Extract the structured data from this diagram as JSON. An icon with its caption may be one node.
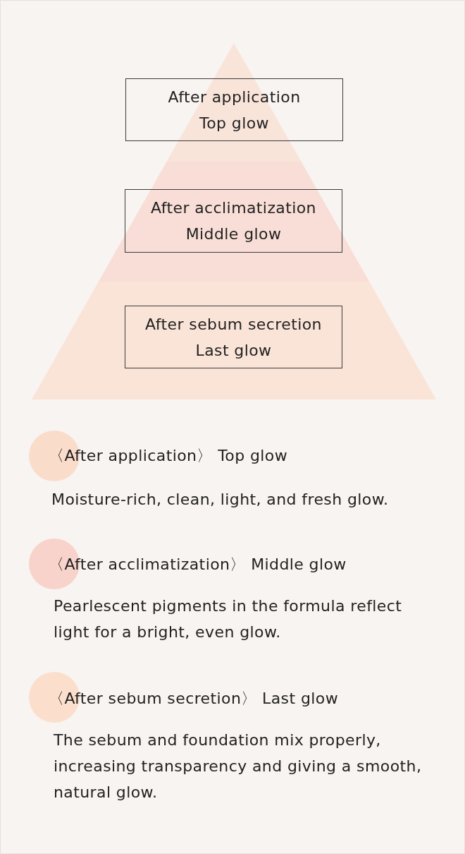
{
  "diagram": {
    "nodes": [
      {
        "text": [
          "After application",
          "Top glow"
        ]
      },
      {
        "text": [
          "After acclimatization",
          "Middle glow"
        ]
      },
      {
        "text": [
          "After sebum secretion",
          "Last glow"
        ]
      }
    ],
    "labels": [
      "〈After application〉 Top glow",
      "Moisture-rich, clean, light, and fresh glow.",
      "〈After acclimatization〉 Middle glow",
      "Pearlescent pigments in the formula reflect light for a bright, even glow.",
      "〈After sebum secretion〉 Last glow",
      "The sebum and foundation mix properly, increasing transparency and giving a smooth, natural glow."
    ]
  }
}
